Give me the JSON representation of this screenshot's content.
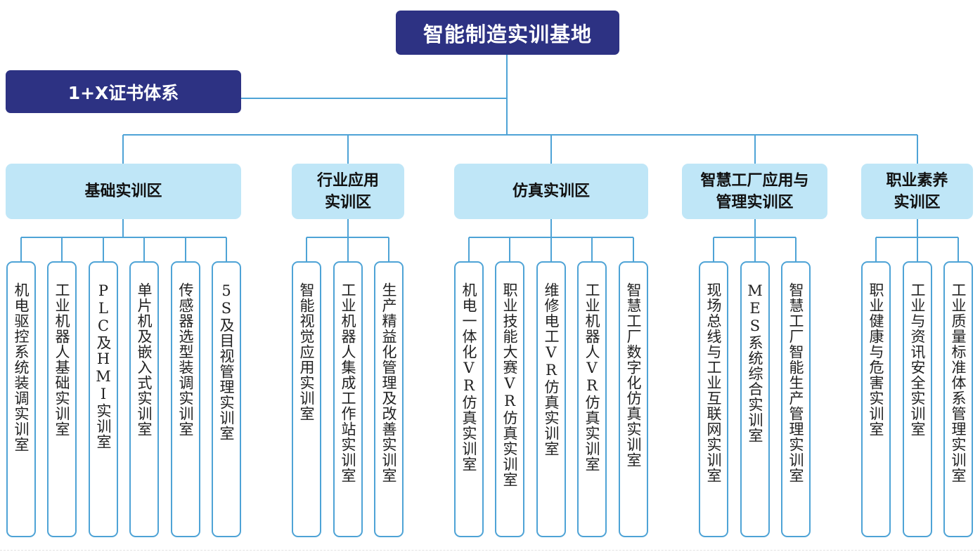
{
  "title": "智能制造实训基地",
  "certificate": "1+X证书体系",
  "colors": {
    "dark": "#2d3283",
    "light": "#bfe6f7",
    "line": "#4ea3d6"
  },
  "areas": [
    {
      "label": "基础实训区",
      "rooms": [
        "机电驱控系统装调实训室",
        "工业机器人基础实训室",
        "PLC及HMI实训室",
        "单片机及嵌入式实训室",
        "传感器选型装调实训室",
        "5S及目视管理实训室"
      ]
    },
    {
      "label": "行业应用\n实训区",
      "rooms": [
        "智能视觉应用实训室",
        "工业机器人集成工作站实训室",
        "生产精益化管理及改善实训室"
      ]
    },
    {
      "label": "仿真实训区",
      "rooms": [
        "机电一体化VR仿真实训室",
        "职业技能大赛VR仿真实训室",
        "维修电工VR仿真实训室",
        "工业机器人VR仿真实训室",
        "智慧工厂数字化仿真实训室"
      ]
    },
    {
      "label": "智慧工厂应用与\n管理实训区",
      "rooms": [
        "现场总线与工业互联网实训室",
        "MES系统综合实训室",
        "智慧工厂智能生产管理实训室"
      ]
    },
    {
      "label": "职业素养\n实训区",
      "rooms": [
        "职业健康与危害实训室",
        "工业与资讯安全实训室",
        "工业质量标准体系管理实训室"
      ]
    }
  ]
}
